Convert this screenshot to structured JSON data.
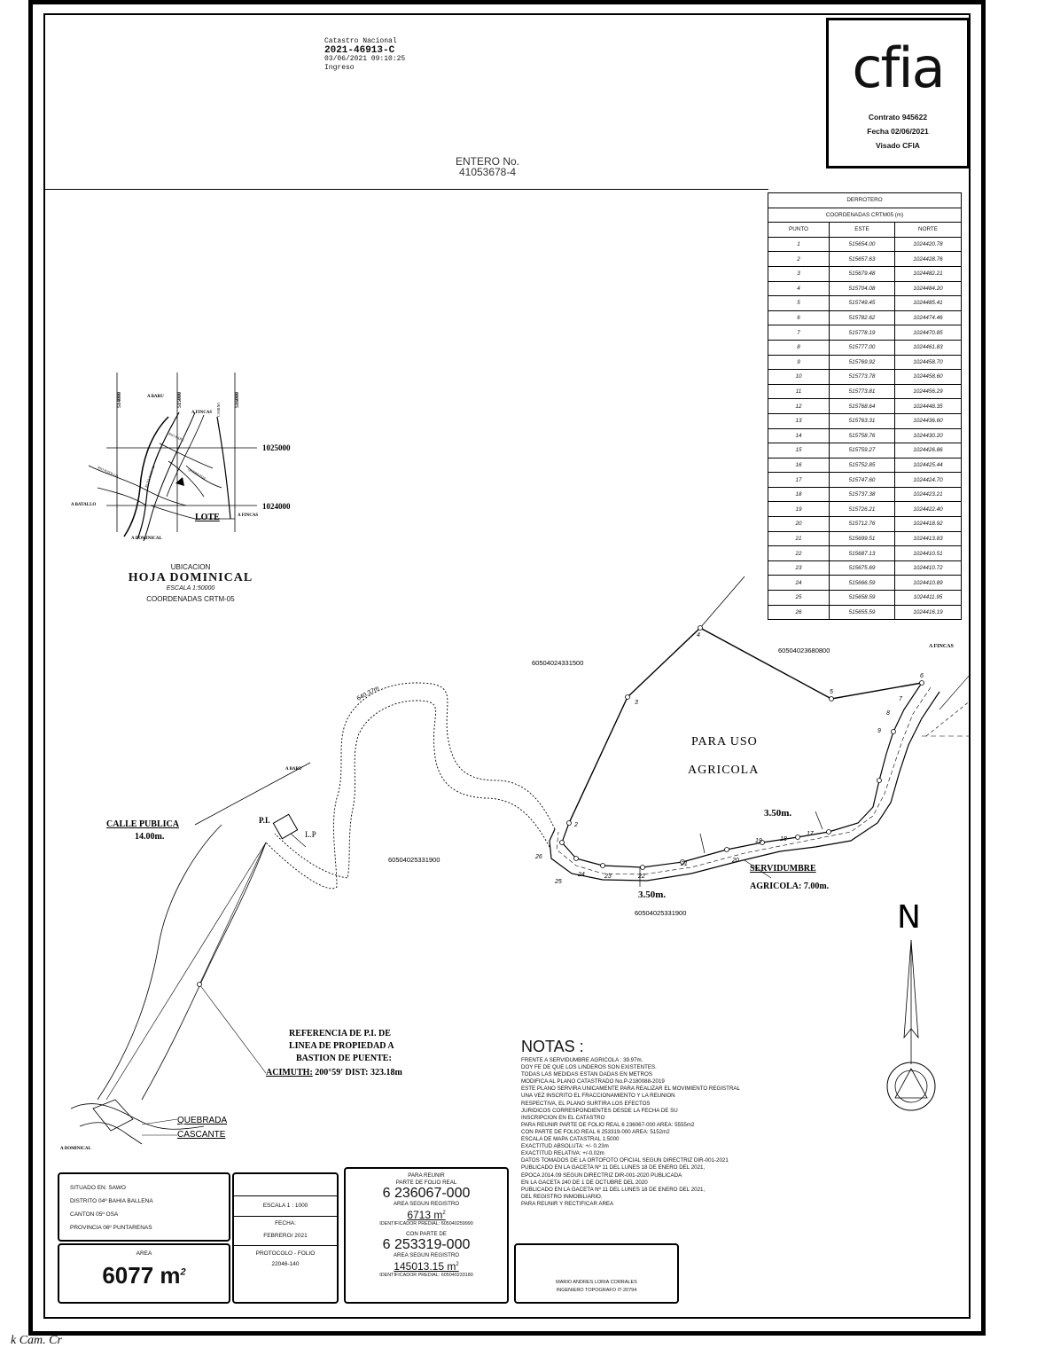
{
  "header": {
    "catastro_lines": [
      "Catastro Nacional",
      "2021-46913-C",
      "03/06/2021 09:10:25",
      "Ingreso"
    ],
    "entero_label": "ENTERO  No.",
    "entero_number": "41053678-4"
  },
  "cfia": {
    "logo_text": "cfia",
    "contrato": "Contrato 945622",
    "fecha": "Fecha 02/06/2021",
    "visado": "Visado CFIA"
  },
  "derrotero": {
    "title": "DERROTERO",
    "subtitle": "COORDENADAS  CRTM05  (m)",
    "headers": [
      "PUNTO",
      "ESTE",
      "NORTE"
    ],
    "rows": [
      [
        "1",
        "515654.00",
        "1024420.78"
      ],
      [
        "2",
        "515657.63",
        "1024428.76"
      ],
      [
        "3",
        "515679.48",
        "1024482.21"
      ],
      [
        "4",
        "515704.08",
        "1024484.20"
      ],
      [
        "5",
        "515749.45",
        "1024485.41"
      ],
      [
        "6",
        "515782.62",
        "1024474.46"
      ],
      [
        "7",
        "515778.19",
        "1024470.85"
      ],
      [
        "8",
        "515777.00",
        "1024461.83"
      ],
      [
        "9",
        "515769.92",
        "1024458.70"
      ],
      [
        "10",
        "515773.78",
        "1024458.60"
      ],
      [
        "11",
        "515773.81",
        "1024456.29"
      ],
      [
        "12",
        "515768.64",
        "1024448.35"
      ],
      [
        "13",
        "515763.31",
        "1024436.60"
      ],
      [
        "14",
        "515758.76",
        "1024430.20"
      ],
      [
        "15",
        "515759.27",
        "1024426.86"
      ],
      [
        "16",
        "515752.85",
        "1024425.44"
      ],
      [
        "17",
        "515747.60",
        "1024424.70"
      ],
      [
        "18",
        "515737.38",
        "1024423.21"
      ],
      [
        "19",
        "515726.21",
        "1024422.40"
      ],
      [
        "20",
        "515712.76",
        "1024418.92"
      ],
      [
        "21",
        "515699.51",
        "1024413.83"
      ],
      [
        "22",
        "515687.13",
        "1024410.51"
      ],
      [
        "23",
        "515675.69",
        "1024410.72"
      ],
      [
        "24",
        "515666.59",
        "1024410.89"
      ],
      [
        "25",
        "515658.59",
        "1024411.95"
      ],
      [
        "26",
        "515655.59",
        "1024416.19"
      ]
    ]
  },
  "location_map": {
    "grid_x": [
      "514000",
      "515000",
      "516000"
    ],
    "grid_y": [
      "1025000",
      "1024000"
    ],
    "labels": {
      "baru": "A BARU",
      "fincas": "A FINCAS",
      "batallo": "A BATALLO",
      "dominical": "A DOMINICAL",
      "lote": "LOTE",
      "rio_baru": "RIO BARU",
      "ruta": "RUTA NAC. 34",
      "quebrada": "QUEBRADA",
      "rio_hatillo": "RIO HATILLO",
      "camino": "CAMINO"
    },
    "caption_1": "UBICACION",
    "caption_2": "HOJA  DOMINICAL",
    "caption_3": "ESCALA  1:50000",
    "caption_4": "COORDENADAS CRTM-05"
  },
  "plan": {
    "owner_north": "60504024331500",
    "owner_ne": "60504023680800",
    "owner_center": "60504025331900",
    "owner_south": "60504025331900",
    "uso_1": "PARA  USO",
    "uso_2": "AGRICOLA",
    "road_dim": "640.37m",
    "width_top": "3.50m.",
    "width_bottom": "3.50m.",
    "serv_1": "SERVIDUMBRE",
    "serv_2": "AGRICOLA:  7.00m.",
    "calle_1": "CALLE  PUBLICA",
    "calle_2": "14.00m.",
    "pi": "P.I.",
    "lp": "L.P",
    "a_baru": "A BARU",
    "a_fincas": "A FINCAS",
    "a_dominical": "A DOMINICAL",
    "quebrada_1": "QUEBRADA",
    "quebrada_2": "CASCANTE",
    "ref_1": "REFERENCIA  DE  P.I.  DE",
    "ref_2": "LINEA  DE  PROPIEDAD  A",
    "ref_3": "BASTION  DE  PUENTE:",
    "ref_4_a": "ACIMUTH:",
    "ref_4_b": " 200°59'  DIST:  323.18m",
    "vertex_labels": [
      "2",
      "3",
      "4",
      "5",
      "6",
      "7",
      "8",
      "9",
      "17",
      "18",
      "19",
      "20",
      "21",
      "22",
      "23",
      "24",
      "25",
      "26"
    ],
    "north": "N"
  },
  "notes": {
    "title": "NOTAS :",
    "lines": [
      "FRENTE A SERVIDUMBRE AGRICOLA : 39.97m.",
      "DOY FE DE QUE LOS LINDEROS SON EXISTENTES.",
      "TODAS LAS MEDIDAS ESTAN DADAS EN METROS",
      "MODIFICA AL PLANO CATASTRADO No.P-2180088-2019",
      "ESTE PLANO SERVIRA UNICAMENTE PARA REALIZAR EL MOVIMIENTO REGISTRAL",
      "UNA VEZ INSCRITO EL FRACCIONAMIENTO Y LA REUNION",
      "RESPECTIVA, EL PLANO SURTIRA LOS EFECTOS",
      "JURIDICOS CORRESPONDIENTES DESDE LA FECHA DE SU",
      "INSCRIPCION EN EL CATASTRO",
      "PARA REUNIR PARTE DE FOLIO REAL 6 236067-000 AREA: 5555m2",
      "CON PARTE DE FOLIO REAL 6 253319-000 AREA: 5152m2",
      "ESCALA DE MAPA CATASTRAL 1:5000",
      "EXACTITUD ABSOLUTA: +/- 0.23m",
      "EXACTITUD RELATIVA:  +/-0.02m",
      "DATOS TOMADOS DE LA ORTOFOTO OFICIAL SEGUN DIRECTRIZ DIR-001-2021",
      "PUBLICADO EN LA GACETA Nº 11 DEL LUNES 18 DE ENERO DEL 2021,",
      "EPOCA 2014.09 SEGUN DIRECTRIZ DIR-001-2020 PUBLICADA",
      "EN LA GACETA 240 DE 1 DE OCTUBRE DEL 2020",
      "PUBLICADO EN LA GACETA Nº 11 DEL LUNES 18 DE ENERO DEL 2021,",
      "DEL REGISTRO INMOBILIARIO.",
      "PARA REUNIR Y RECTIFICAR AREA"
    ]
  },
  "title_block": {
    "location": [
      "SITUADO EN: SAWO",
      "DISTRITO  04º BAHIA BALLENA",
      "CANTON  05º OSA",
      "PROVINCIA  06º PUNTARENAS"
    ],
    "area_label": "AREA",
    "area_value": "6077 m",
    "area_sup": "2",
    "escala": "ESCALA 1 : 1000",
    "fecha_label": "FECHA:",
    "fecha_value": "FEBRERO/ 2021",
    "protocolo_label": "PROTOCOLO - FOLIO",
    "protocolo_value": "22046-140",
    "folio": {
      "line1": "PARA REUNIR",
      "line2": "PARTE DE FOLIO REAL",
      "folio1": "6 236067-000",
      "area_label1": "AREA SEGUN REGISTRO",
      "area1": "6713 m",
      "ident1": "IDENTIFICADOR PREDIAL: 605040259990",
      "con_parte": "CON PARTE DE",
      "folio2": "6 253319-000",
      "area_label2": "AREA SEGUN REGISTRO",
      "area2": "145013.15 m",
      "ident2": "IDENTIFICADOR PREDIAL: 605040233180"
    },
    "ingeniero_name": "MARIO ANDRES LORIA CORRALES",
    "ingeniero_title": "INGENIERO TOPOGRAFO IT-20794"
  },
  "signature": "k Cam. Cr"
}
